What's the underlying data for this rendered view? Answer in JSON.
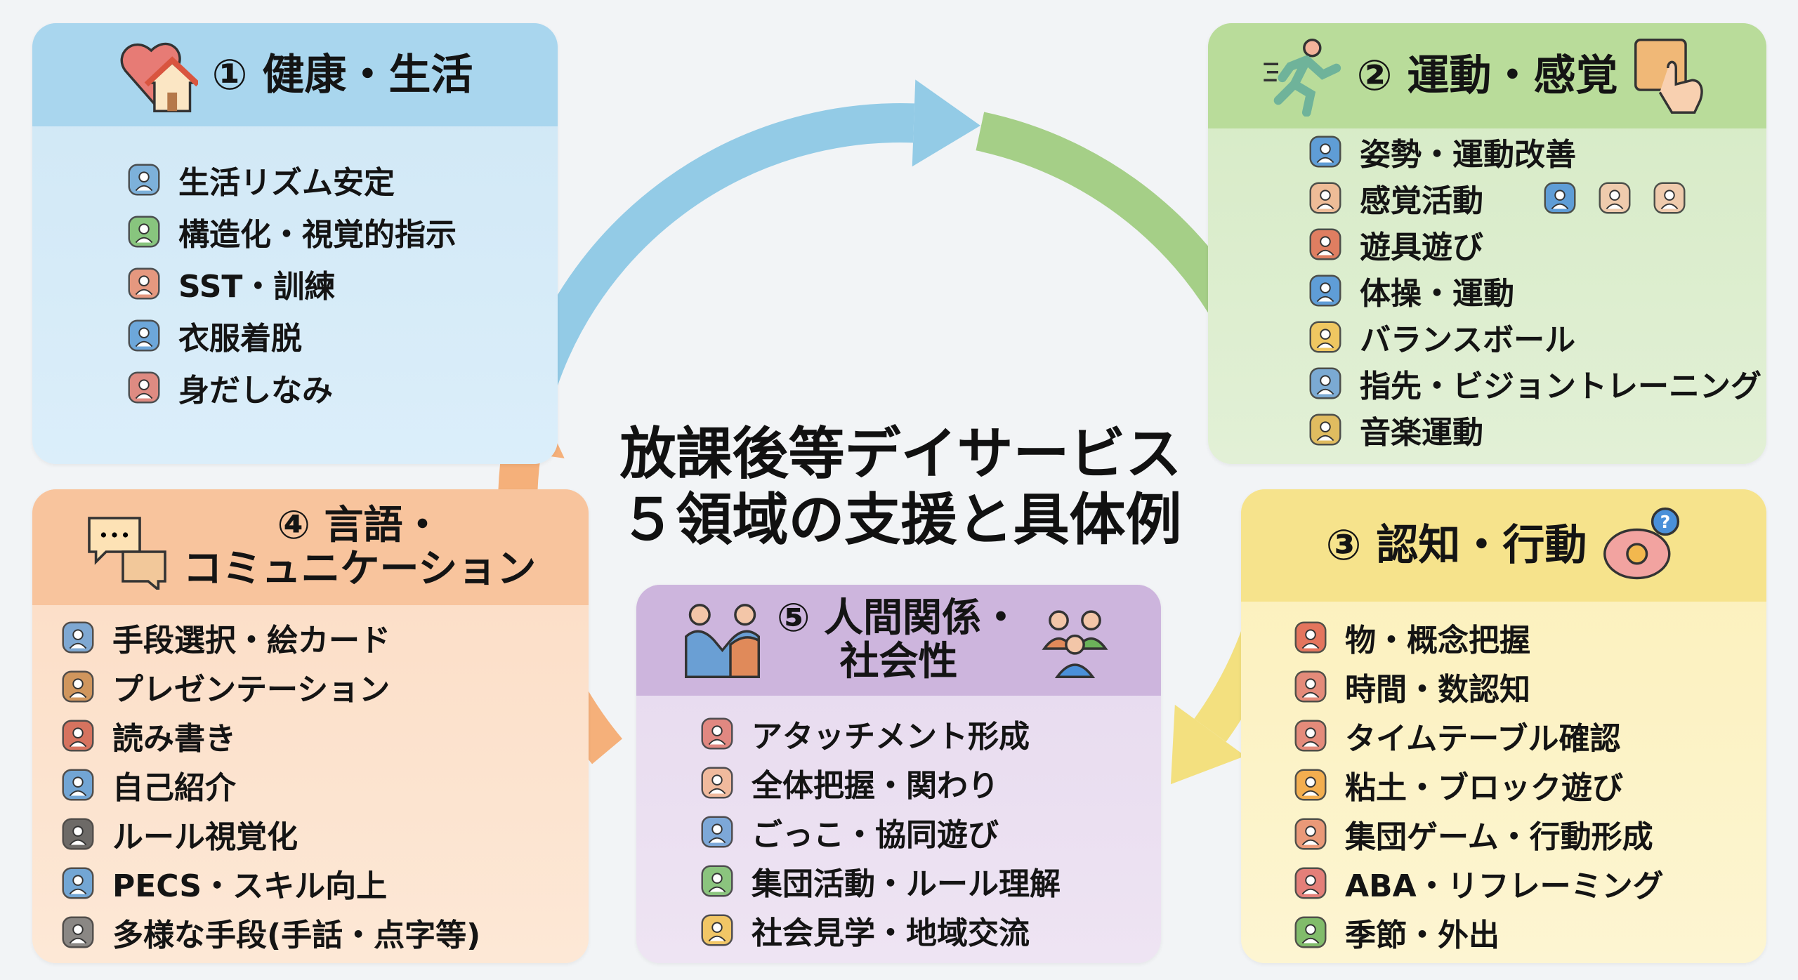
{
  "colors": {
    "blue": "#93cbe6",
    "green": "#a5cf87",
    "yellow": "#f3e07f",
    "orange": "#f5b07a"
  },
  "title": {
    "line1": "放課後等デイサービス",
    "line2": "５領域の支援と具体例"
  },
  "domains": [
    {
      "id": "b1",
      "title": "① 健康・生活",
      "header_icons": [
        "heart-house-icon"
      ],
      "items": [
        {
          "label": "生活リズム安定",
          "icon": "clock-icon",
          "color": "#6fa8d6"
        },
        {
          "label": "構造化・視覚的指示",
          "icon": "picture-cards-icon",
          "color": "#7bbf6a"
        },
        {
          "label": "SST・訓練",
          "icon": "group-chat-icon",
          "color": "#e88a6a"
        },
        {
          "label": "衣服着脱",
          "icon": "clothes-icon",
          "color": "#5b9bd5"
        },
        {
          "label": "身だしなみ",
          "icon": "mirror-comb-icon",
          "color": "#e07a6e"
        }
      ]
    },
    {
      "id": "b2",
      "title": "② 運動・感覚",
      "header_icons": [
        "runner-icon",
        "touch-panel-icon"
      ],
      "items": [
        {
          "label": "姿勢・運動改善",
          "icon": "stretch-icon",
          "color": "#4a90d9"
        },
        {
          "label": "感覚活動",
          "icon": "senses-icon",
          "color": "#f2b48f",
          "extra_icons": [
            "eye-icon",
            "ear-icon",
            "hand-icon"
          ]
        },
        {
          "label": "遊具遊び",
          "icon": "slide-icon",
          "color": "#e06b4f"
        },
        {
          "label": "体操・運動",
          "icon": "exercise-icon",
          "color": "#4a90d9"
        },
        {
          "label": "バランスボール",
          "icon": "balance-ball-icon",
          "color": "#f2c14e"
        },
        {
          "label": "指先・ビジョントレーニング",
          "icon": "beads-eye-icon",
          "color": "#6a9fd4"
        },
        {
          "label": "音楽運動",
          "icon": "music-dance-icon",
          "color": "#e0b34c"
        }
      ]
    },
    {
      "id": "b3",
      "title": "③ 認知・行動",
      "header_icons": [
        "brain-question-icon"
      ],
      "items": [
        {
          "label": "物・概念把握",
          "icon": "shapes-icon",
          "color": "#e0604c"
        },
        {
          "label": "時間・数認知",
          "icon": "calendar-clock-icon",
          "color": "#e07a6e"
        },
        {
          "label": "タイムテーブル確認",
          "icon": "calendar-icon",
          "color": "#e07a6e"
        },
        {
          "label": "粘土・ブロック遊び",
          "icon": "blocks-icon",
          "color": "#f2a33a"
        },
        {
          "label": "集団ゲーム・行動形成",
          "icon": "group-heart-icon",
          "color": "#e88a6a"
        },
        {
          "label": "ABA・リフレーミング",
          "icon": "hand-heart-icon",
          "color": "#e06b6b"
        },
        {
          "label": "季節・外出",
          "icon": "tree-icon",
          "color": "#6cb35a"
        }
      ]
    },
    {
      "id": "b4",
      "title": "④ 言語・\nコミュニケーション",
      "header_icons": [
        "speech-bubbles-icon"
      ],
      "items": [
        {
          "label": "手段選択・絵カード",
          "icon": "picture-card-icon",
          "color": "#6a9fd4"
        },
        {
          "label": "プレゼンテーション",
          "icon": "microphone-icon",
          "color": "#c98a4a"
        },
        {
          "label": "読み書き",
          "icon": "book-pencil-icon",
          "color": "#d0604c"
        },
        {
          "label": "自己紹介",
          "icon": "id-card-icon",
          "color": "#5b9bd5"
        },
        {
          "label": "ルール視覚化",
          "icon": "checklist-icon",
          "color": "#555555"
        },
        {
          "label": "PECS・スキル向上",
          "icon": "open-book-icon",
          "color": "#5b9bd5"
        },
        {
          "label": "多様な手段(手話・点字等)",
          "icon": "sign-language-icon",
          "color": "#777777"
        }
      ]
    },
    {
      "id": "b5",
      "title": "⑤ 人間関係・\n社会性",
      "header_icons": [
        "handshake-icon",
        "group-icon"
      ],
      "items": [
        {
          "label": "アタッチメント形成",
          "icon": "hug-icon",
          "color": "#e07a6e"
        },
        {
          "label": "全体把握・関わり",
          "icon": "pointing-hand-icon",
          "color": "#f2b48f"
        },
        {
          "label": "ごっこ・協同遊び",
          "icon": "cooperation-icon",
          "color": "#6a9fd4"
        },
        {
          "label": "集団活動・ルール理解",
          "icon": "group-circle-icon",
          "color": "#7bbf6a"
        },
        {
          "label": "社会見学・地域交流",
          "icon": "bus-icon",
          "color": "#f2c14e"
        }
      ]
    }
  ]
}
